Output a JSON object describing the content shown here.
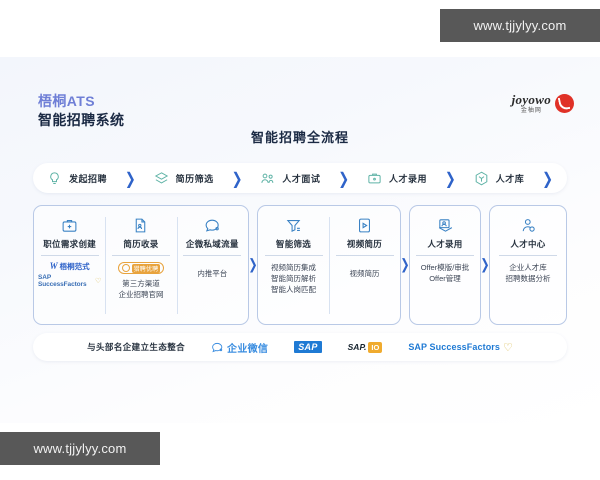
{
  "watermark": {
    "text": "www.tjjylyy.com"
  },
  "header": {
    "brand_line1": "梧桐ATS",
    "brand_line2": "智能招聘系统",
    "main_title": "智能招聘全流程",
    "logo_name": "joyowo",
    "logo_sub": "金柚网"
  },
  "flow": {
    "steps": [
      {
        "label": "发起招聘",
        "icon": "lightbulb-icon"
      },
      {
        "label": "简历筛选",
        "icon": "layers-icon"
      },
      {
        "label": "人才面试",
        "icon": "people-icon"
      },
      {
        "label": "人才录用",
        "icon": "briefcase-icon"
      },
      {
        "label": "人才库",
        "icon": "cube-icon"
      }
    ],
    "separator": "❯"
  },
  "cards": [
    {
      "columns": [
        {
          "title": "职位需求创建",
          "icon": "job-card-icon",
          "tags": [
            {
              "type": "wutong",
              "mark": "W",
              "text": "梧桐范式"
            },
            {
              "type": "sf",
              "text": "SAP SuccessFactors",
              "heart": "♡"
            }
          ],
          "items": []
        },
        {
          "title": "简历收录",
          "icon": "resume-icon",
          "tags": [
            {
              "type": "liepin",
              "text": "猎聘优聘"
            }
          ],
          "items": [
            "第三方渠道",
            "企业招聘官网"
          ]
        },
        {
          "title": "企微私域流量",
          "icon": "chat-icon",
          "tags": [],
          "items": [
            "内推平台"
          ]
        }
      ]
    },
    {
      "columns": [
        {
          "title": "智能筛选",
          "icon": "filter-icon",
          "tags": [],
          "items": [
            "视频简历集成",
            "智能简历解析",
            "智能人岗匹配"
          ]
        },
        {
          "title": "视频简历",
          "icon": "video-doc-icon",
          "tags": [],
          "items": [
            "视频简历"
          ]
        }
      ]
    },
    {
      "columns": [
        {
          "title": "人才录用",
          "icon": "offer-icon",
          "tags": [],
          "items": [
            "Offer模版/审批",
            "Offer管理"
          ]
        }
      ]
    },
    {
      "columns": [
        {
          "title": "人才中心",
          "icon": "talent-icon",
          "tags": [],
          "items": [
            "企业人才库",
            "招聘数据分析"
          ]
        }
      ]
    }
  ],
  "partners": {
    "lead": "与头部名企建立生态整合",
    "wecom": "企业微信",
    "sap": "SAP",
    "sapio_name": "SAP.",
    "sapio_badge": "IO",
    "successfactors": "SAP SuccessFactors",
    "heart": "♡"
  },
  "colors": {
    "accent_blue": "#2f63c9",
    "brand_purple": "#6f7fd6",
    "icon_teal": "#5fb3a6",
    "logo_red": "#e03127",
    "sap_blue": "#1f7ad4",
    "gold": "#e8a33d"
  }
}
